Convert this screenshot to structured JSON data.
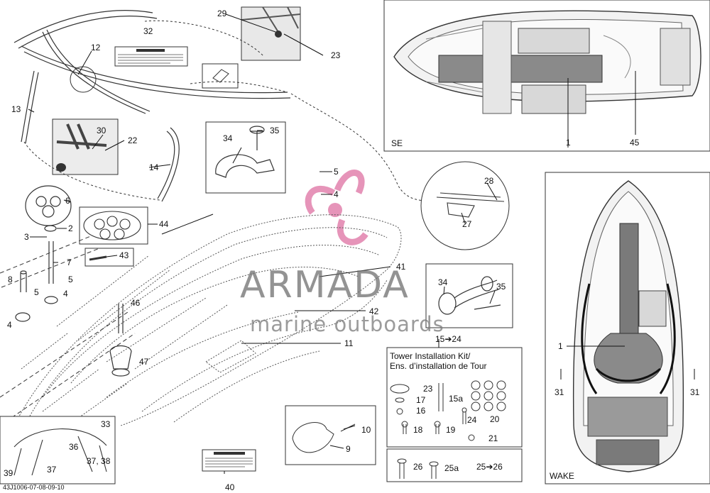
{
  "watermark": {
    "brand": "ARMADA",
    "subtitle": "marine outboards",
    "accent_color": "#e07aa8"
  },
  "panels": {
    "se": {
      "label": "SE"
    },
    "wake": {
      "label": "WAKE"
    }
  },
  "kit_box": {
    "title_line1": "Tower Installation Kit/",
    "title_line2": "Ens. d’installation de Tour"
  },
  "range_labels": {
    "kit": "15➔24",
    "extra": "25➔26"
  },
  "footer_code": "43J1006-07-08-09-10",
  "callouts": [
    {
      "id": "29",
      "text": "29"
    },
    {
      "id": "32",
      "text": "32"
    },
    {
      "id": "23a",
      "text": "23"
    },
    {
      "id": "12",
      "text": "12"
    },
    {
      "id": "13",
      "text": "13"
    },
    {
      "id": "30",
      "text": "30"
    },
    {
      "id": "22",
      "text": "22"
    },
    {
      "id": "14",
      "text": "14"
    },
    {
      "id": "6",
      "text": "6"
    },
    {
      "id": "2",
      "text": "2"
    },
    {
      "id": "3",
      "text": "3"
    },
    {
      "id": "44",
      "text": "44"
    },
    {
      "id": "7",
      "text": "7"
    },
    {
      "id": "43",
      "text": "43"
    },
    {
      "id": "8",
      "text": "8"
    },
    {
      "id": "5a",
      "text": "5"
    },
    {
      "id": "5b",
      "text": "5"
    },
    {
      "id": "4a",
      "text": "4"
    },
    {
      "id": "4b",
      "text": "4"
    },
    {
      "id": "46",
      "text": "46"
    },
    {
      "id": "47",
      "text": "47"
    },
    {
      "id": "34a",
      "text": "34"
    },
    {
      "id": "35a",
      "text": "35"
    },
    {
      "id": "5c",
      "text": "5"
    },
    {
      "id": "4c",
      "text": "4"
    },
    {
      "id": "28",
      "text": "28"
    },
    {
      "id": "27",
      "text": "27"
    },
    {
      "id": "41",
      "text": "41"
    },
    {
      "id": "42",
      "text": "42"
    },
    {
      "id": "11",
      "text": "11"
    },
    {
      "id": "34b",
      "text": "34"
    },
    {
      "id": "35b",
      "text": "35"
    },
    {
      "id": "10",
      "text": "10"
    },
    {
      "id": "9",
      "text": "9"
    },
    {
      "id": "33",
      "text": "33"
    },
    {
      "id": "36",
      "text": "36"
    },
    {
      "id": "3738",
      "text": "37, 38"
    },
    {
      "id": "37",
      "text": "37"
    },
    {
      "id": "39",
      "text": "39"
    },
    {
      "id": "40",
      "text": "40"
    },
    {
      "id": "23b",
      "text": "23"
    },
    {
      "id": "17",
      "text": "17"
    },
    {
      "id": "16",
      "text": "16"
    },
    {
      "id": "15a",
      "text": "15a"
    },
    {
      "id": "20",
      "text": "20"
    },
    {
      "id": "24",
      "text": "24"
    },
    {
      "id": "18",
      "text": "18"
    },
    {
      "id": "19",
      "text": "19"
    },
    {
      "id": "21",
      "text": "21"
    },
    {
      "id": "26",
      "text": "26"
    },
    {
      "id": "25a",
      "text": "25a"
    },
    {
      "id": "1se",
      "text": "1"
    },
    {
      "id": "45",
      "text": "45"
    },
    {
      "id": "1wake",
      "text": "1"
    },
    {
      "id": "31a",
      "text": "31"
    },
    {
      "id": "31b",
      "text": "31"
    }
  ]
}
